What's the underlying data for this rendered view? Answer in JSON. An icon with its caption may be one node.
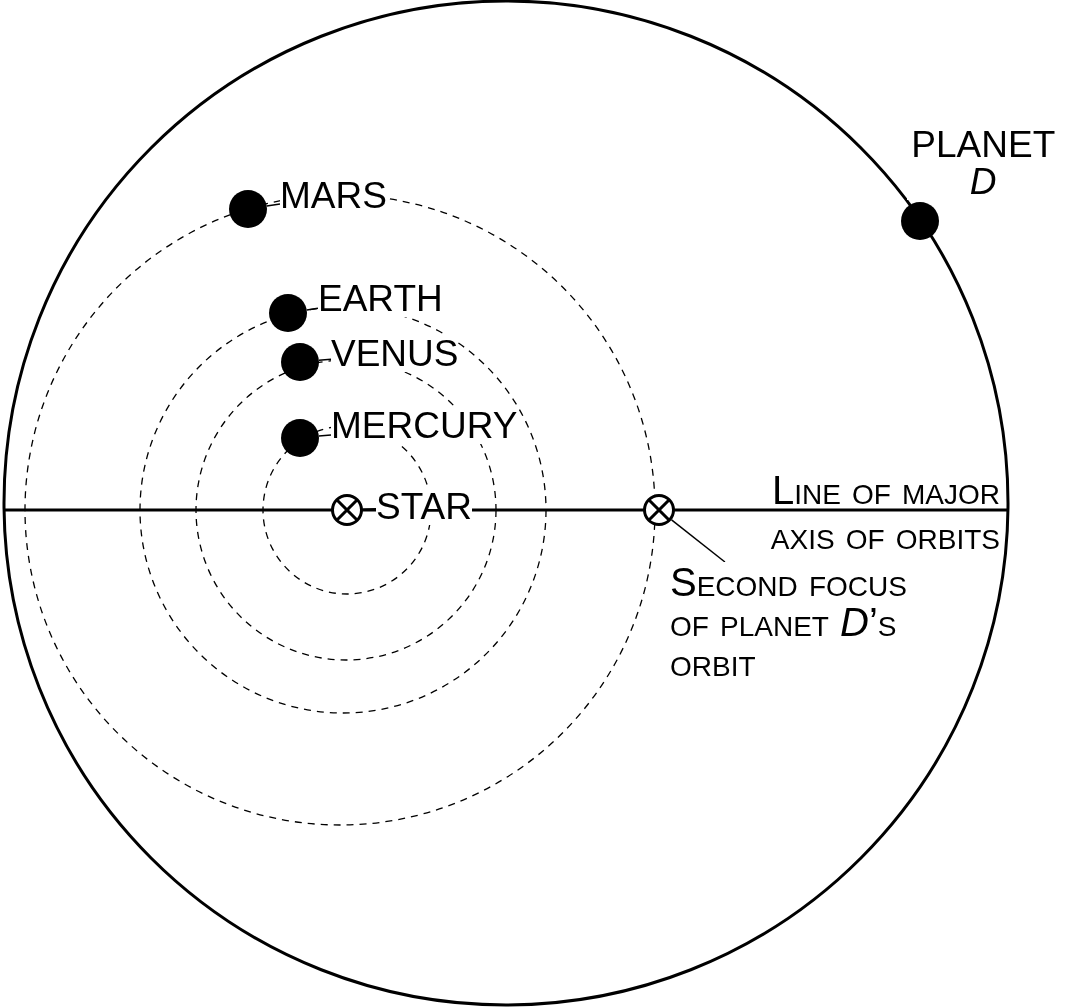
{
  "diagram": {
    "nodes": [
      {
        "text": [
          "MARS"
        ]
      },
      {
        "text": [],
        "shape": "circle"
      },
      {
        "text": [
          "EARTH"
        ]
      },
      {
        "text": [],
        "shape": "circle"
      },
      {
        "text": [
          "VENUS"
        ]
      },
      {
        "text": [],
        "shape": "circle"
      },
      {
        "text": [
          "MERCURY"
        ]
      },
      {
        "text": [],
        "shape": "circle"
      },
      {
        "text": [
          "STAR"
        ]
      },
      {
        "text": [],
        "shape": "circle"
      },
      {
        "text": [],
        "shape": "circle"
      },
      {
        "text": [
          "Second focus of planet *D*’s orbit"
        ]
      },
      {
        "text": [],
        "shape": "circle"
      }
    ],
    "edges": [
      {
        "from": 0,
        "to": 1,
        "arrow": "none"
      },
      {
        "from": 2,
        "to": 3,
        "arrow": "none"
      },
      {
        "from": 4,
        "to": 5,
        "arrow": "none"
      },
      {
        "from": 6,
        "to": 7,
        "arrow": "none"
      },
      {
        "from": 8,
        "to": 9,
        "arrow": "none"
      },
      {
        "from": 11,
        "to": 12,
        "arrow": "none"
      }
    ],
    "labels": [
      "PLANET *D*",
      "Line of major axis of orbits"
    ]
  }
}
